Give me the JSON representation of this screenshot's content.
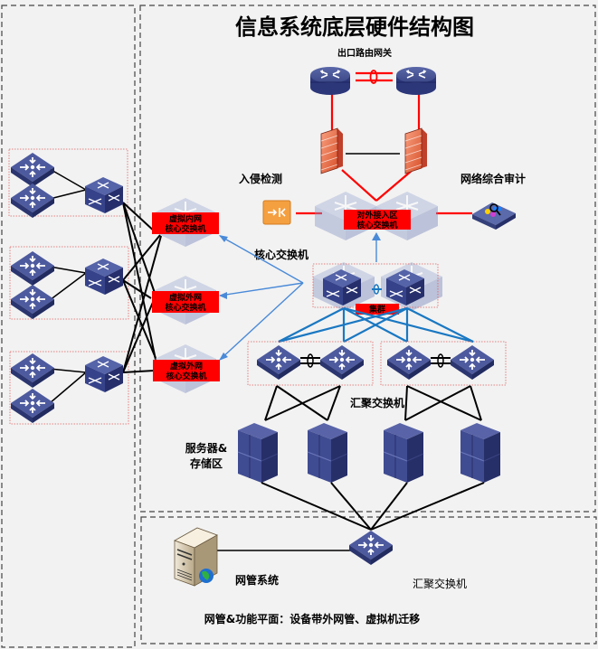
{
  "title": "信息系统底层硬件结构图",
  "labels": {
    "gateway": "出口路由网关",
    "ids": "入侵检测",
    "audit": "网络综合审计",
    "external_core_line1": "对外接入区",
    "external_core_line2": "核心交换机",
    "core_switch": "核心交换机",
    "cluster": "集群",
    "aggregation_switch": "汇聚交换机",
    "server_storage_line1": "服务器&",
    "server_storage_line2": "存储区",
    "mgmt_system": "网管系统",
    "mgmt_agg_switch": "汇聚交换机",
    "mgmt_plane": "网管&功能平面：设备带外网管、虚拟机迁移"
  },
  "virtual_switches": [
    {
      "line1": "虚拟内网",
      "line2": "核心交换机"
    },
    {
      "line1": "虚拟外网",
      "line2": "核心交换机"
    },
    {
      "line1": "虚拟外网",
      "line2": "核心交换机"
    }
  ],
  "colors": {
    "background": "#f2f2f2",
    "device_blue": "#3d4a8c",
    "label_red": "#ff0000",
    "link_red": "#ff0000",
    "link_blue": "#1a78c2",
    "link_light_blue": "#4a8ad8",
    "firewall_orange": "#e8704a",
    "ids_orange": "#f5a040"
  }
}
